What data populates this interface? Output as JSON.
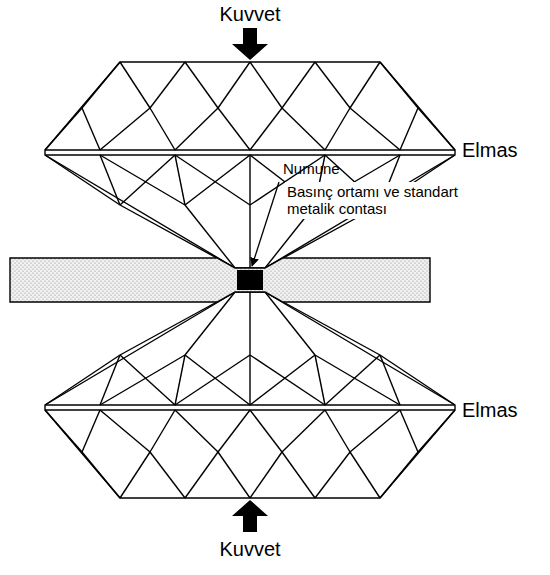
{
  "diagram": {
    "labels": [
      "Kuvvet",
      "Elmas",
      "Numune",
      "Basınç ortamı ve standart metalik contası",
      "Elmas",
      "Kuvvet"
    ]
  }
}
